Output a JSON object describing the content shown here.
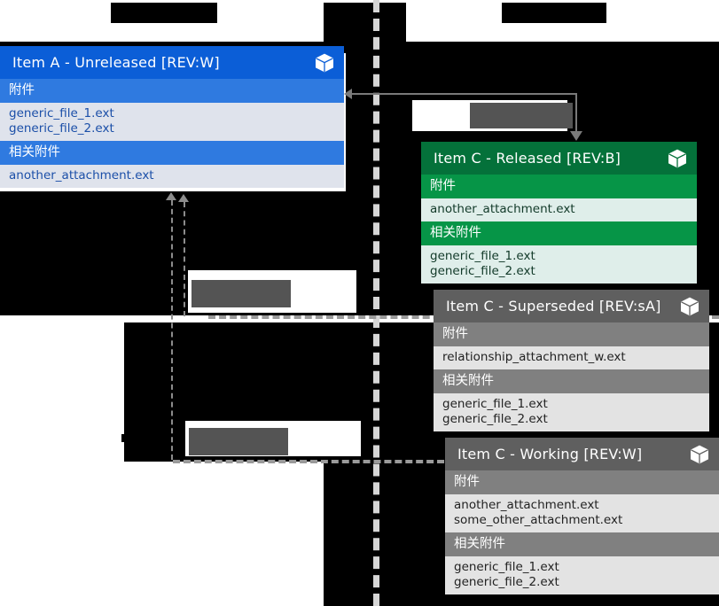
{
  "diagram": {
    "title_hidden": true,
    "section_labels": {
      "attachments": "附件",
      "related_attachments": "相关附件"
    },
    "icon": "cube-icon",
    "colors": {
      "blue_title": "#0b5ed7",
      "blue_header": "#2f7ae0",
      "blue_body": "#dfe3ec",
      "green_title": "#04713a",
      "green_header": "#069547",
      "green_body": "#dfeeea",
      "gray_title": "#5f5f5f",
      "gray_header": "#808080",
      "gray_body": "#e3e3e3",
      "redacted": "#000000",
      "placeholder": "#545454",
      "connector": "#7a7a7a",
      "lane_divider": "#d6d6d6"
    }
  },
  "cards": [
    {
      "id": "item-a-unreleased",
      "title": "Item A - Unreleased [REV:W]",
      "theme": "blue",
      "sections": [
        {
          "label": "附件",
          "files": [
            "generic_file_1.ext",
            "generic_file_2.ext"
          ]
        },
        {
          "label": "相关附件",
          "files": [
            "another_attachment.ext"
          ]
        }
      ]
    },
    {
      "id": "item-c-released",
      "title": "Item C - Released [REV:B]",
      "theme": "green",
      "sections": [
        {
          "label": "附件",
          "files": [
            "another_attachment.ext"
          ]
        },
        {
          "label": "相关附件",
          "files": [
            "generic_file_1.ext",
            "generic_file_2.ext"
          ]
        }
      ]
    },
    {
      "id": "item-c-superseded",
      "title": "Item C - Superseded [REV:sA]",
      "theme": "gray",
      "sections": [
        {
          "label": "附件",
          "files": [
            "relationship_attachment_w.ext"
          ]
        },
        {
          "label": "相关附件",
          "files": [
            "generic_file_1.ext",
            "generic_file_2.ext"
          ]
        }
      ]
    },
    {
      "id": "item-c-working",
      "title": "Item C - Working [REV:W]",
      "theme": "gray",
      "sections": [
        {
          "label": "附件",
          "files": [
            "another_attachment.ext",
            "some_other_attachment.ext"
          ]
        },
        {
          "label": "相关附件",
          "files": [
            "generic_file_1.ext",
            "generic_file_2.ext"
          ]
        }
      ]
    }
  ]
}
